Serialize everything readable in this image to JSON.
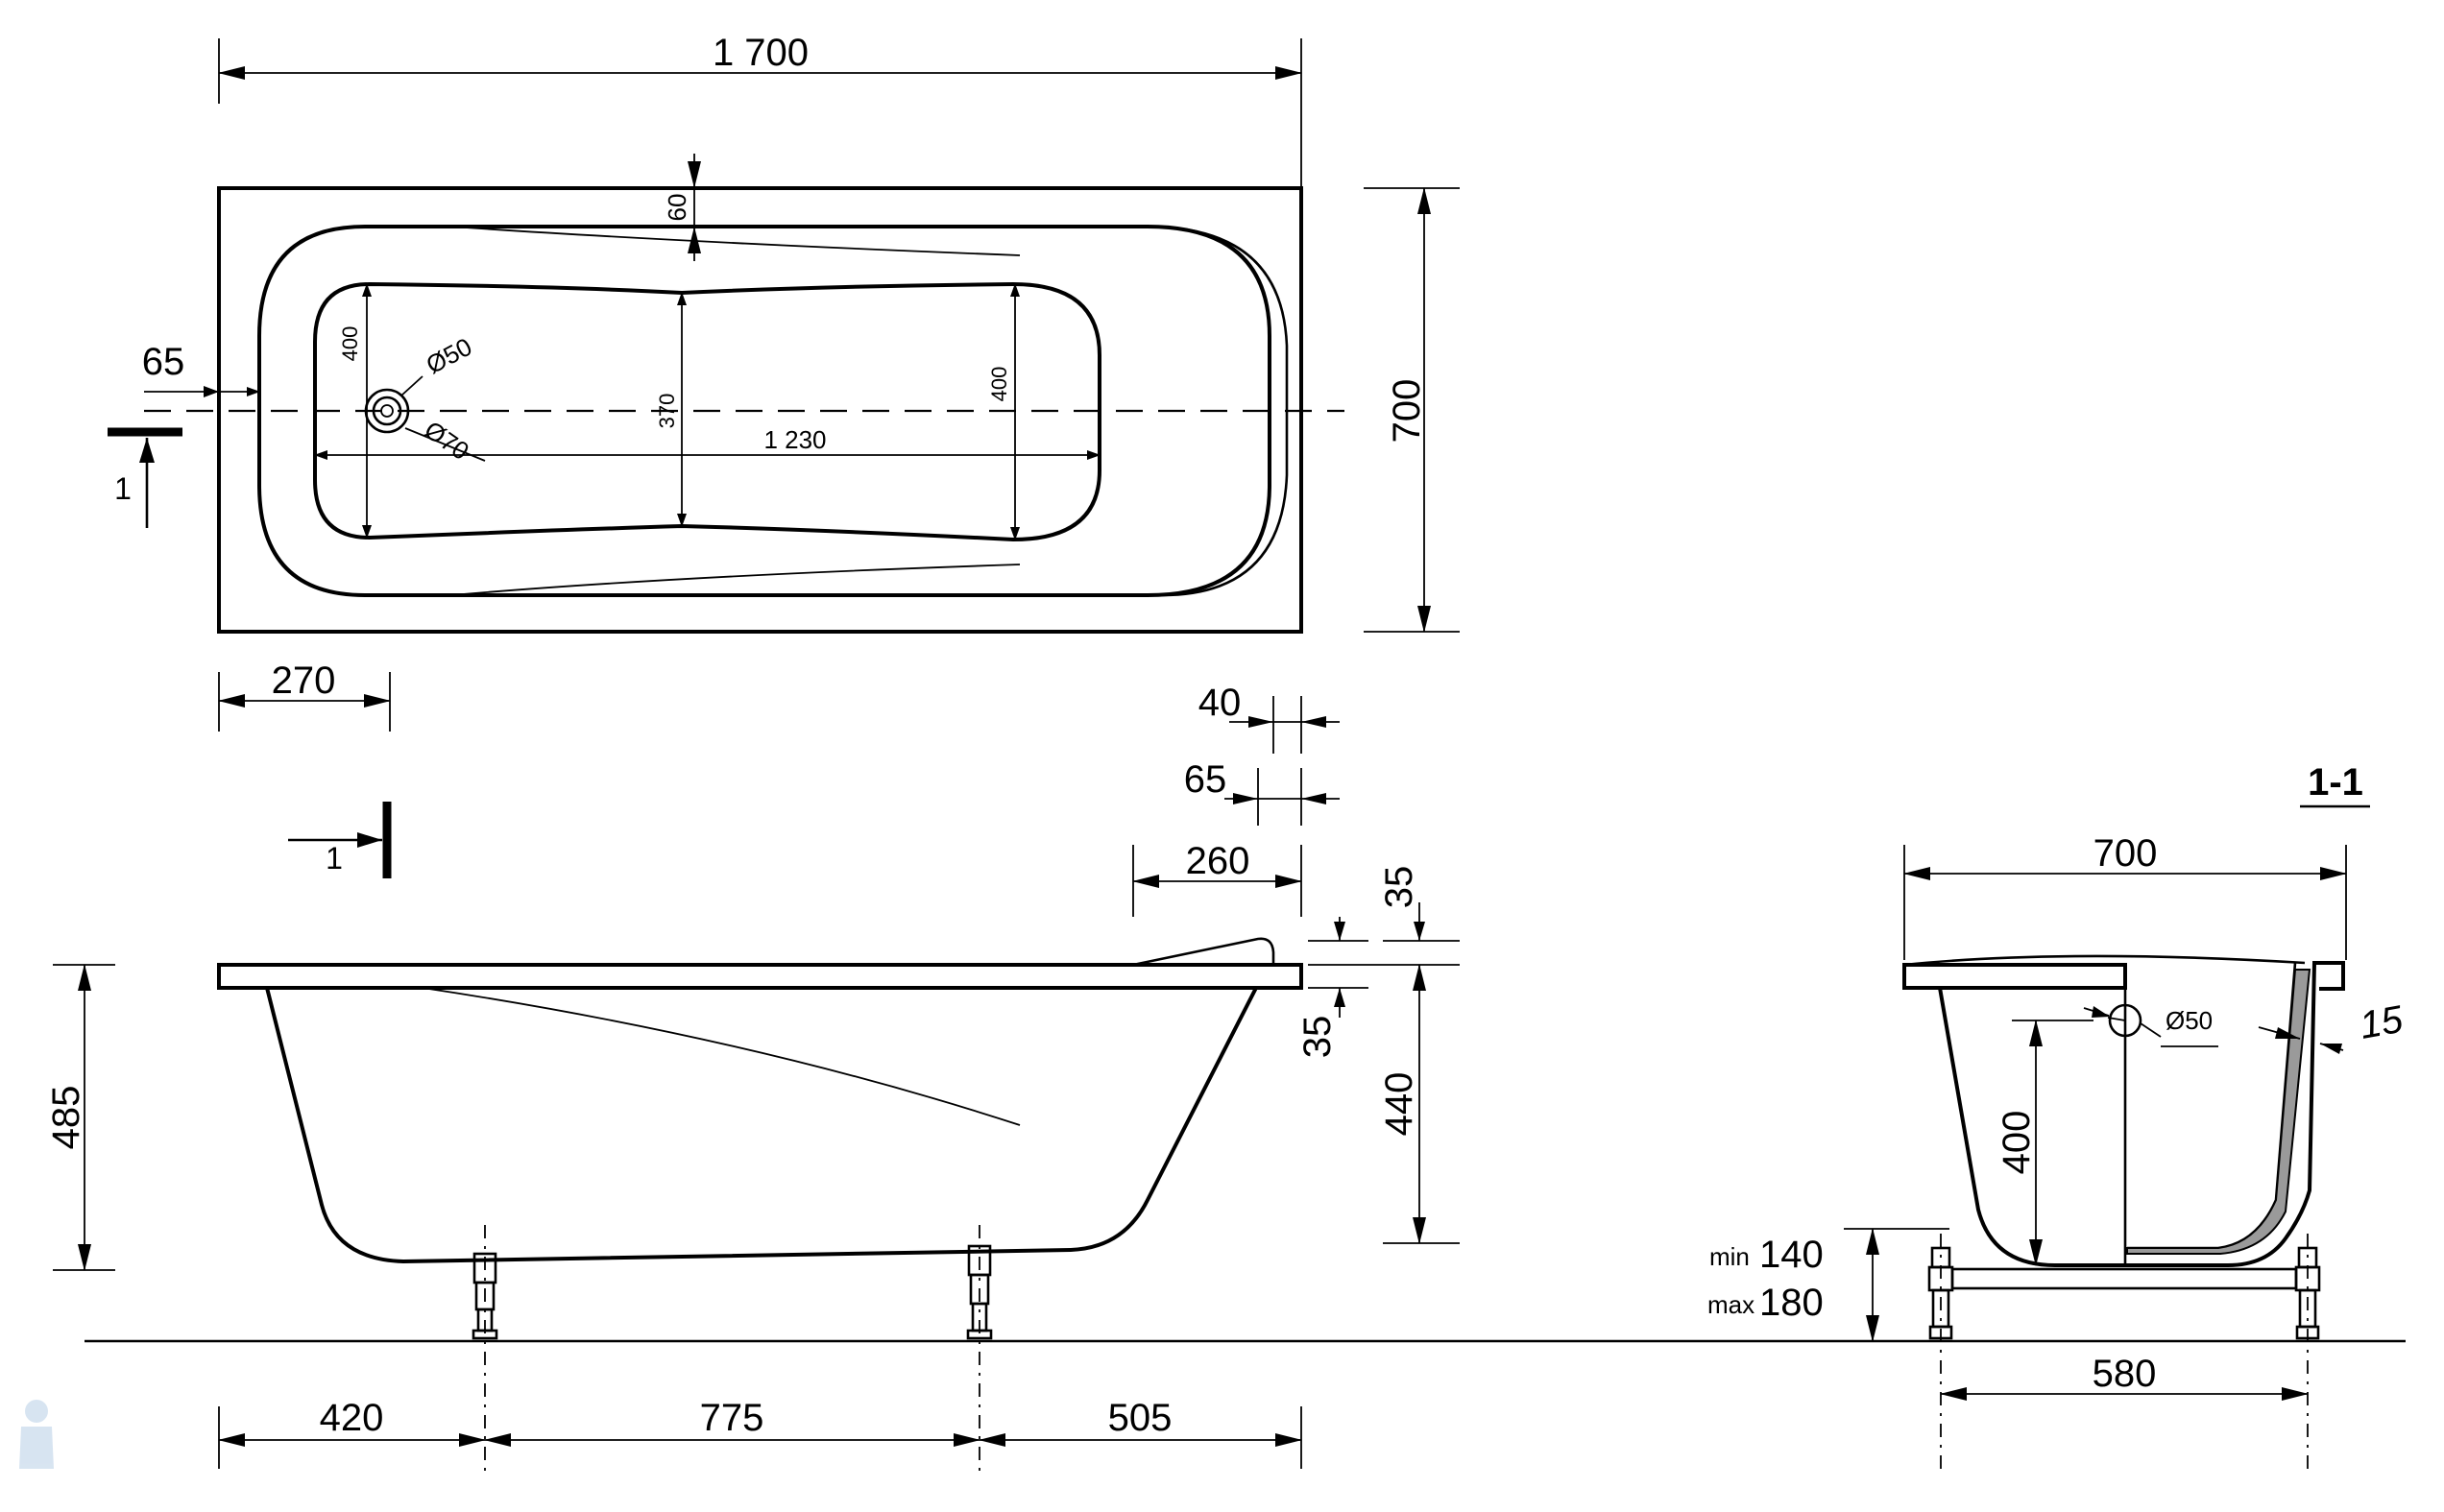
{
  "top_view": {
    "length": "1 700",
    "width": "700",
    "rim_inner": "60",
    "drain_offset": "65",
    "drain_diameter_inner": "Ø50",
    "drain_diameter_outer": "Ø70",
    "drain_depth_left": "400",
    "bottom_width": "370",
    "bottom_length": "1 230",
    "depth_right": "400",
    "drain_from_edge": "270",
    "section_marker": "1"
  },
  "side_view": {
    "dim_40": "40",
    "dim_65": "65",
    "headrest_length": "260",
    "headrest_height": "35",
    "rim_thickness": "35",
    "inner_depth": "440",
    "total_height": "485",
    "leg_offset_left": "420",
    "leg_spacing": "775",
    "leg_offset_right": "505",
    "section_marker": "1"
  },
  "section_view": {
    "title": "1-1",
    "width": "700",
    "drain_diameter": "Ø50",
    "wall_thickness": "15",
    "drain_height": "400",
    "leg_min_label": "min",
    "leg_min_value": "140",
    "leg_max_label": "max",
    "leg_max_value": "180",
    "leg_spacing": "580"
  },
  "icons": {
    "arrow": "filled-triangle-arrowhead"
  }
}
